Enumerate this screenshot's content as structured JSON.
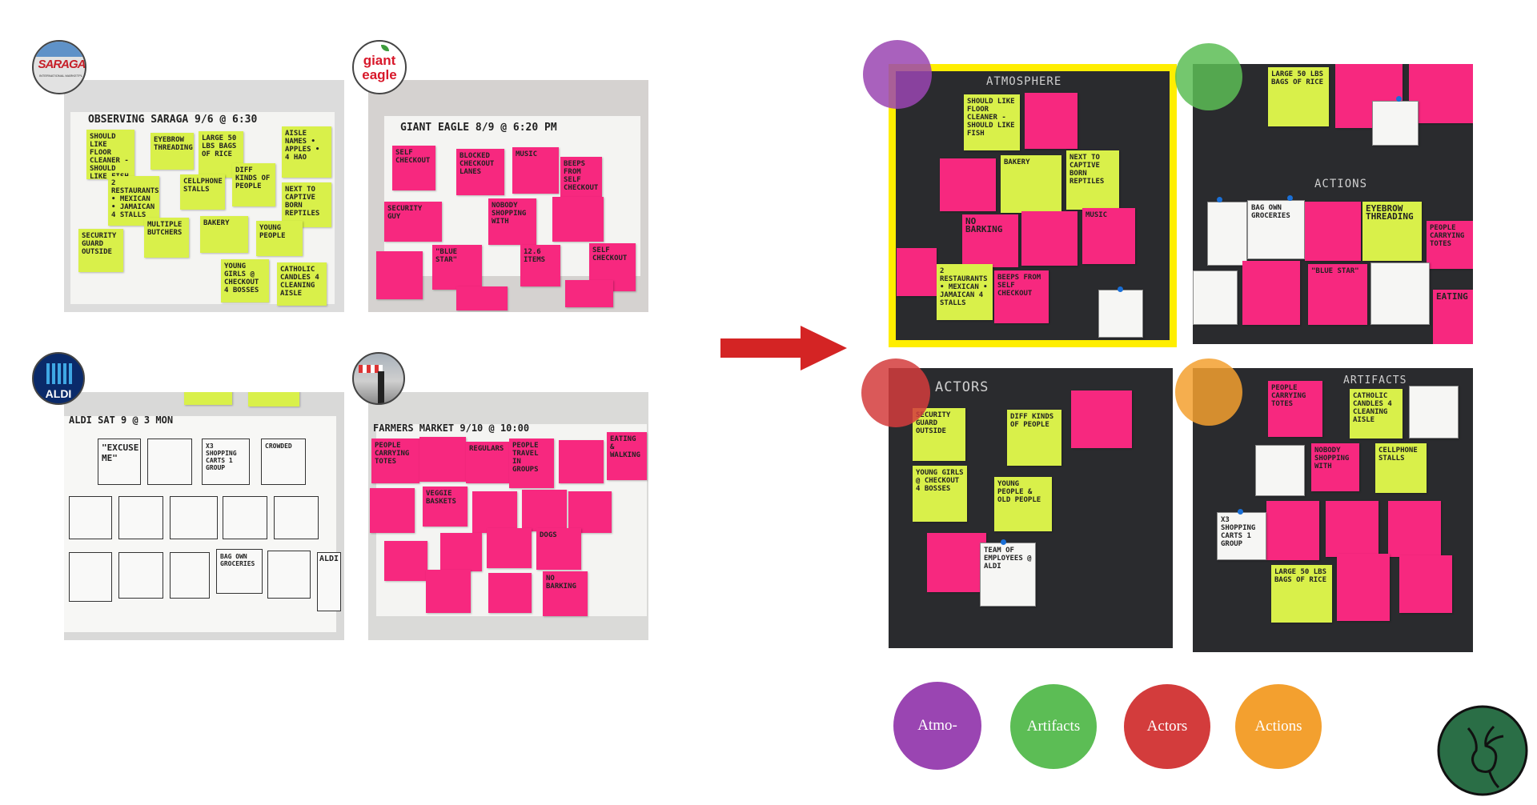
{
  "boards": {
    "saraga": {
      "logo": "SARAGA",
      "logo_sub": "INTERNATIONAL MARKETPL",
      "title": "OBSERVING SARAGA 9/6 @ 6:30",
      "notes": [
        "SHOULD LIKE FLOOR CLEANER - SHOULD LIKE FISH",
        "EYEBROW THREADING",
        "LARGE 50 LBS BAGS OF RICE",
        "AISLE NAMES • APPLES • 4 HAO",
        "2 RESTAURANTS • MEXICAN • JAMAICAN 4 STALLS",
        "CELLPHONE STALLS",
        "DIFF KINDS OF PEOPLE",
        "NEXT TO CAPTIVE BORN REPTILES",
        "SECURITY GUARD OUTSIDE",
        "MULTIPLE BUTCHERS",
        "BAKERY",
        "YOUNG PEOPLE",
        "YOUNG GIRLS @ CHECKOUT 4 BOSSES",
        "CATHOLIC CANDLES 4 CLEANING AISLE"
      ]
    },
    "giant": {
      "logo_1": "giant",
      "logo_2": "eagle",
      "title": "GIANT EAGLE 8/9 @ 6:20 PM",
      "notes": [
        "SELF CHECKOUT",
        "BLOCKED CHECKOUT LANES",
        "MUSIC",
        "BEEPS FROM SELF CHECKOUT",
        "NOBODY SHOPPING WITH",
        "SECURITY GUY",
        "\"BLUE STAR\"",
        "12.6 ITEMS",
        "SELF CHECKOUT"
      ]
    },
    "aldi": {
      "logo": "ALDI",
      "title": "ALDI SAT 9 @ 3 MON",
      "sketches": [
        "\"EXCUSE ME\"",
        "X3 SHOPPING CARTS 1 GROUP",
        "CROWDED",
        "",
        "",
        "",
        "",
        "BAG OWN GROCERIES",
        "",
        "",
        "",
        "ALDI"
      ]
    },
    "farmers": {
      "title": "FARMERS MARKET 9/10 @ 10:00",
      "notes": [
        "PEOPLE CARRYING TOTES",
        "REGULARS",
        "PEOPLE TRAVEL IN GROUPS",
        "EATING & WALKING",
        "VEGGIE BASKETS",
        "DOGS",
        "NO BARKING"
      ]
    }
  },
  "clusters": {
    "atmosphere": {
      "title": "ATMOSPHERE",
      "notes": [
        "SHOULD LIKE FLOOR CLEANER - SHOULD LIKE FISH",
        "",
        "",
        "",
        "BAKERY",
        "NEXT TO CAPTIVE BORN REPTILES",
        "NO BARKING",
        "",
        "MUSIC",
        "2 RESTAURANTS • MEXICAN • JAMAICAN 4 STALLS",
        "BEEPS FROM SELF CHECKOUT",
        ""
      ]
    },
    "actions": {
      "title": "ACTIONS",
      "notes": [
        "LARGE 50 LBS BAGS OF RICE",
        "",
        "",
        "BAG OWN GROCERIES",
        "EYEBROW THREADING",
        "PEOPLE CARRYING TOTES",
        "",
        "\"BLUE STAR\"",
        "",
        "EATING"
      ]
    },
    "actors": {
      "title": "ACTORS",
      "notes": [
        "SECURITY GUARD OUTSIDE",
        "DIFF KINDS OF PEOPLE",
        "",
        "YOUNG GIRLS @ CHECKOUT 4 BOSSES",
        "YOUNG PEOPLE & OLD PEOPLE",
        "",
        "TEAM OF EMPLOYEES @ ALDI"
      ]
    },
    "artifacts": {
      "title": "ARTIFACTS",
      "notes": [
        "PEOPLE CARRYING TOTES",
        "CATHOLIC CANDLES 4 CLEANING AISLE",
        "",
        "NOBODY SHOPPING WITH",
        "CELLPHONE STALLS",
        "",
        "X3 SHOPPING CARTS 1 GROUP",
        "",
        "LARGE 50 LBS BAGS OF RICE",
        ""
      ]
    }
  },
  "legend": {
    "atmo": "Atmo-",
    "artifacts": "Artifacts",
    "actors": "Actors",
    "actions": "Actions"
  },
  "colors": {
    "purple": "#9a45b2",
    "green": "#5cbd55",
    "red": "#d33c3c",
    "orange": "#f3a02f",
    "arrow": "#d42424",
    "highlight": "#ffee00",
    "logo_green": "#2a6e46"
  }
}
